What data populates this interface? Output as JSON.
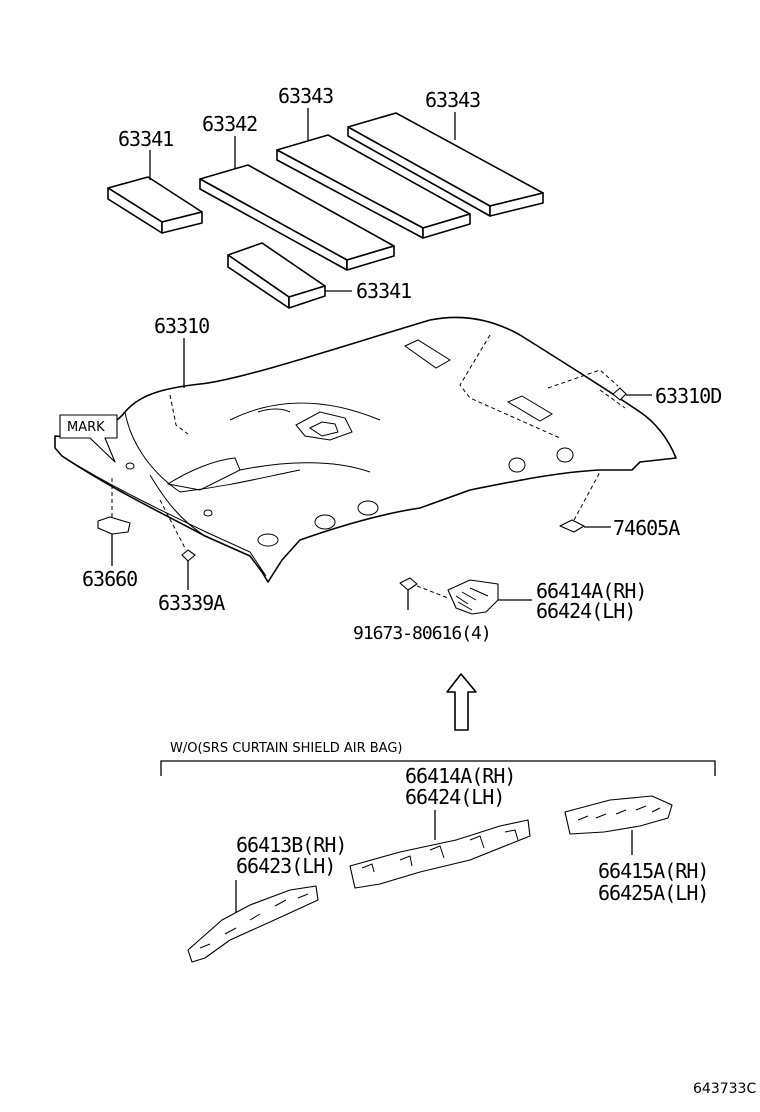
{
  "labels": {
    "pad_63341_top": "63341",
    "pad_63342": "63342",
    "pad_63343_left": "63343",
    "pad_63343_right": "63343",
    "pad_63341_bottom": "63341",
    "headliner": "63310",
    "clip_63310d": "63310D",
    "mark": "MARK",
    "clip_74605a": "74605A",
    "holder_63660": "63660",
    "clip_63339a": "63339A",
    "bracket_rh_top": "66414A(RH)",
    "bracket_lh_top": "66424(LH)",
    "bolt": "91673-80616(4)",
    "variant_note": "W/O(SRS CURTAIN SHIELD AIR BAG)",
    "bracket_rh_mid": "66414A(RH)",
    "bracket_lh_mid": "66424(LH)",
    "bracket_rh_left": "66413B(RH)",
    "bracket_lh_left": "66423(LH)",
    "bracket_rh_right": "66415A(RH)",
    "bracket_lh_right": "66425A(LH)",
    "diagram_code": "643733C"
  }
}
